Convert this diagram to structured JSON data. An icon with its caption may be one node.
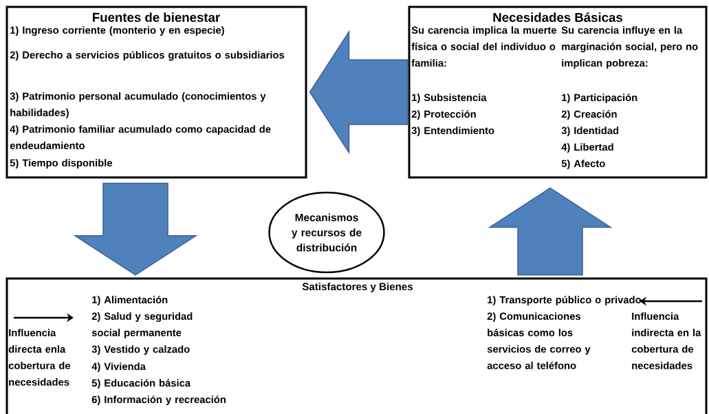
{
  "diagram": {
    "nodes": [
      {
        "text": [
          "Fuentes de bienestar",
          "1) Ingreso corriente (monterio y en especie)",
          "2) Derecho a servicios públicos gratuitos o subsidiarios",
          "3) Patrimonio personal acumulado (conocimientos y habilidades)",
          "4) Patrimonio familiar acumulado como capacidad de endeudamiento",
          "5) Tiempo disponible"
        ]
      },
      {
        "text": [
          "Necesidades Básicas",
          "Su carencia implica la muerte física o social del individuo o familia:",
          "1) Subsistencia",
          "2) Protección",
          "3) Entendimiento",
          "Su carencia influye en la marginación social, pero no implican pobreza:",
          "1) Participación",
          "2) Creación",
          "3) Identidad",
          "4) Libertad",
          "5) Afecto"
        ]
      },
      {
        "text": [
          "Mecanismos y recursos de distribución"
        ]
      },
      {
        "text": [
          "Satisfactores y Bienes",
          "Influencia directa enla cobertura de necesidades",
          "1) Alimentación",
          "2) Salud y seguridad social permanente",
          "3) Vestido y calzado",
          "4) Vivienda",
          "5) Educación básica",
          "6) Información y recreación",
          "1) Transporte público o privado",
          "2) Comunicaciones básicas como los servicios de correo y acceso al teléfono",
          "Influencia indirecta en la cobertura de necesidades"
        ]
      }
    ],
    "edges": [
      {
        "from": 1,
        "to": 0,
        "arrow": "to"
      },
      {
        "from": 0,
        "to": 3,
        "arrow": "to"
      },
      {
        "from": 3,
        "to": 1,
        "arrow": "to"
      }
    ]
  }
}
